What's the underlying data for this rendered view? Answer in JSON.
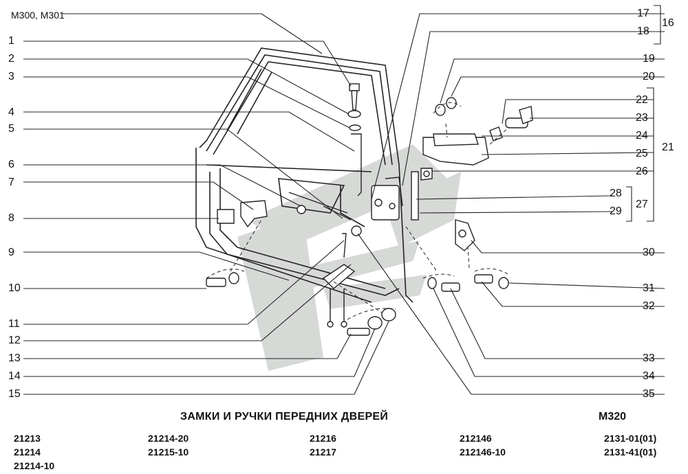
{
  "header": {
    "models": "М300, М301"
  },
  "callouts_left": [
    "1",
    "2",
    "3",
    "4",
    "5",
    "6",
    "7",
    "8",
    "9",
    "10",
    "11",
    "12",
    "13",
    "14",
    "15"
  ],
  "callouts_right": [
    "17",
    "18",
    "19",
    "20",
    "22",
    "23",
    "24",
    "25",
    "26",
    "28",
    "29",
    "30",
    "31",
    "32",
    "33",
    "34",
    "35"
  ],
  "group_labels": {
    "g16": "16",
    "g21": "21",
    "g27": "27"
  },
  "title": "ЗАМКИ И РУЧКИ ПЕРЕДНИХ ДВЕРЕЙ",
  "code": "М320",
  "models": [
    [
      "21213",
      "21214",
      "21214-10"
    ],
    [
      "21214-20",
      "21215-10"
    ],
    [
      "21216",
      "21217"
    ],
    [
      "212146",
      "212146-10"
    ],
    [
      "2131-01(01)",
      "2131-41(01)"
    ]
  ],
  "colors": {
    "line": "#222222",
    "watermark": "#c8cdc9",
    "background": "#ffffff"
  }
}
